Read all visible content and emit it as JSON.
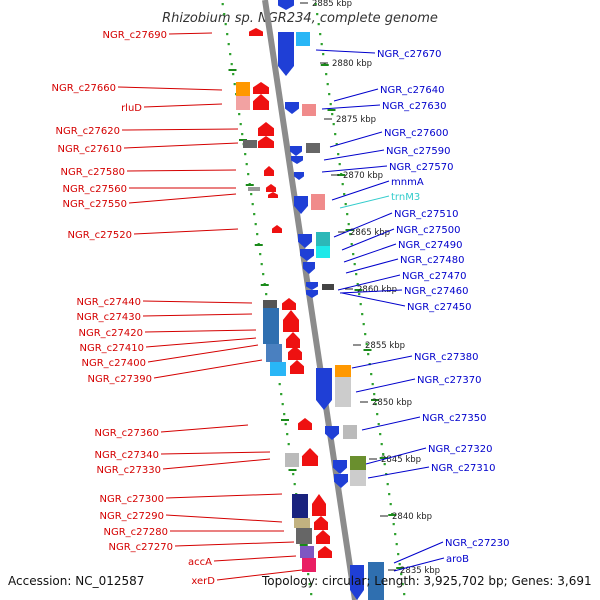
{
  "title": "Rhizobium sp. NGR234, complete genome",
  "footer": {
    "accession": "Accession: NC_012587",
    "topology": "Topology: circular; Length: 3,925,702 bp; Genes: 3,691"
  },
  "colors": {
    "left_label": "#d40000",
    "right_label": "#0000cc",
    "trna_label": "#33cccc",
    "backbone": "#8c8c8c",
    "dots": "#2ca02c",
    "ticks": "#1a8a1a"
  },
  "kbp_marks": [
    "2885 kbp",
    "2880 kbp",
    "2875 kbp",
    "2870 kbp",
    "2865 kbp",
    "2860 kbp",
    "2855 kbp",
    "2850 kbp",
    "2845 kbp",
    "2840 kbp",
    "2835 kbp"
  ],
  "left_labels": [
    "NGR_c27690",
    "NGR_c27660",
    "rluD",
    "NGR_c27620",
    "NGR_c27610",
    "NGR_c27580",
    "NGR_c27560",
    "NGR_c27550",
    "NGR_c27520",
    "NGR_c27440",
    "NGR_c27430",
    "NGR_c27420",
    "NGR_c27410",
    "NGR_c27400",
    "NGR_c27390",
    "NGR_c27360",
    "NGR_c27340",
    "NGR_c27330",
    "NGR_c27300",
    "NGR_c27290",
    "NGR_c27280",
    "NGR_c27270",
    "accA",
    "xerD"
  ],
  "right_labels": [
    "NGR_c27670",
    "NGR_c27640",
    "NGR_c27630",
    "NGR_c27600",
    "NGR_c27590",
    "NGR_c27570",
    "mnmA",
    "trnM3",
    "NGR_c27510",
    "NGR_c27500",
    "NGR_c27490",
    "NGR_c27480",
    "NGR_c27470",
    "NGR_c27460",
    "NGR_c27450",
    "NGR_c27380",
    "NGR_c27370",
    "NGR_c27350",
    "NGR_c27320",
    "NGR_c27310",
    "NGR_c27230",
    "aroB"
  ]
}
